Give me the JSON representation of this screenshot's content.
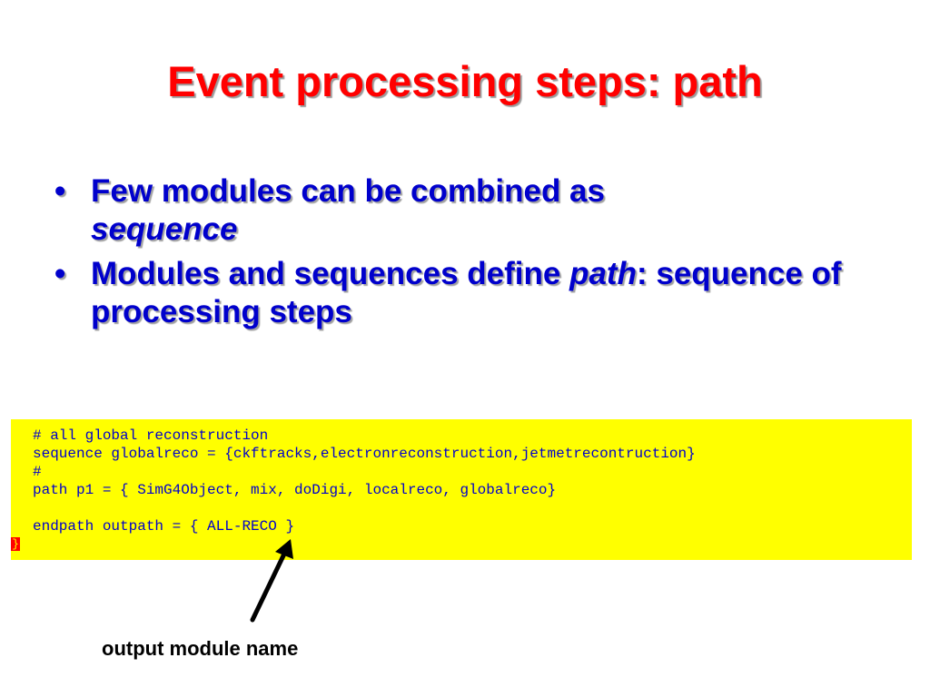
{
  "slide": {
    "title": "Event processing steps: path",
    "bullets": [
      {
        "marker": "•",
        "before": "Few modules can be combined as ",
        "emphasis": "sequence",
        "after": ""
      },
      {
        "marker": "•",
        "before": "Modules and sequences define ",
        "emphasis": "path",
        "after": ": sequence of processing steps"
      }
    ],
    "code_lines": [
      "# all global reconstruction",
      "sequence globalreco = {ckftracks,electronreconstruction,jetmetrecontruction}",
      "#",
      "path p1 = { SimG4Object, mix, doDigi, localreco, globalreco}",
      "",
      "endpath outpath = { ALL-RECO }"
    ],
    "code_closing": "}",
    "arrow_caption": "output module name"
  },
  "colors": {
    "title": "#ff0000",
    "bullet_text": "#0000cc",
    "code_background": "#ffff00",
    "code_text": "#0000cc",
    "closing_brace_highlight": "#ff0000",
    "arrow": "#000000"
  }
}
